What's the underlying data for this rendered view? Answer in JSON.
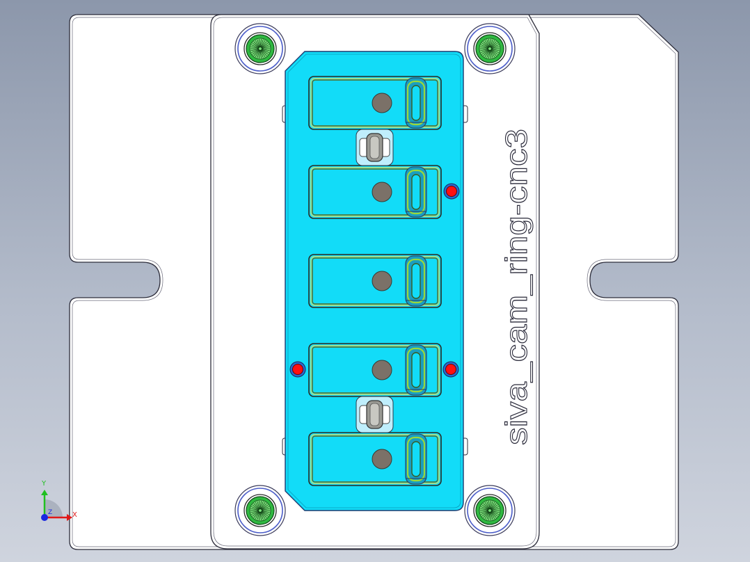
{
  "model": {
    "engraved_text": "siva_cam_ring-cnc3"
  },
  "triad": {
    "x_label": "X",
    "y_label": "Y",
    "z_label": "Z"
  },
  "colors": {
    "background_top": "#8c97ab",
    "background_bottom": "#cfd4de",
    "plate_fill": "#ffffff",
    "edge_line": "#2c2c3a",
    "pocket_fill": "#12dcf8",
    "slot_outline": "#5b6a1e",
    "slot_inner": "#9bd83a",
    "screw_green": "#2fb840",
    "ring_blue": "#4a5cc8",
    "pin_red": "#ff1010",
    "hole_gray": "#7b7168",
    "axis_x": "#e01818",
    "axis_y": "#20c020",
    "axis_z": "#1a28e0"
  },
  "parts": {
    "corner_screws": [
      "top-left",
      "top-right",
      "bottom-left",
      "bottom-right"
    ],
    "slot_count": 5,
    "red_pins": [
      "slot-2-right",
      "slot-4-left",
      "slot-4-right"
    ],
    "rollers": [
      "between-slot-1-2",
      "between-slot-4-5"
    ]
  }
}
